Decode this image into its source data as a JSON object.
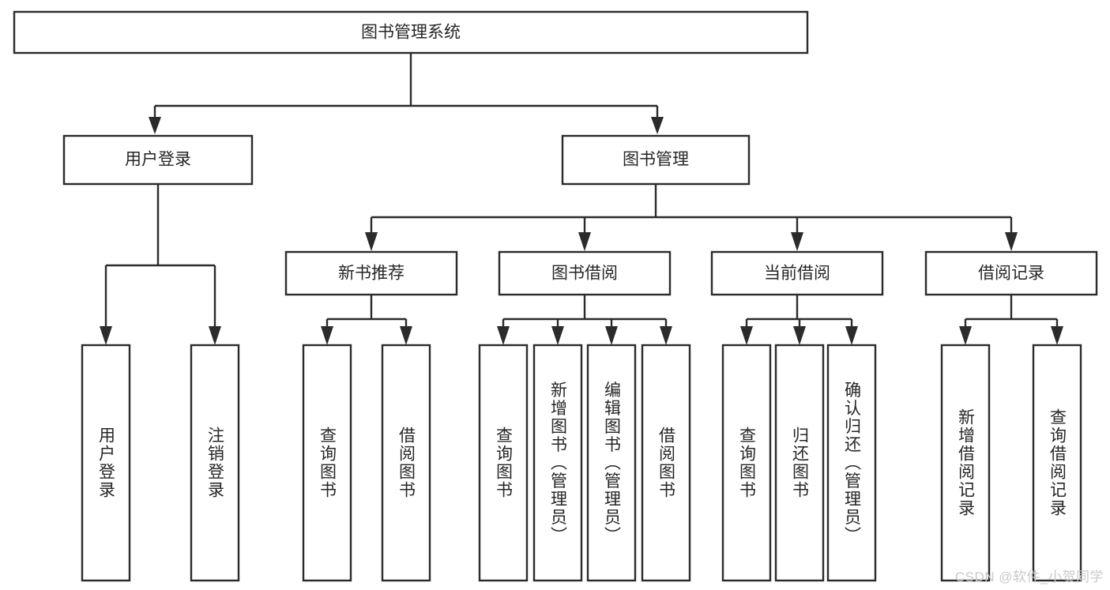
{
  "diagram": {
    "title": "图书管理系统",
    "type": "tree-hierarchy-diagram",
    "colors": {
      "stroke": "#2b2b2b",
      "fill": "#ffffff",
      "text": "#262626",
      "watermark": "#c9c9c9"
    },
    "root": {
      "label": "图书管理系统"
    },
    "level2": [
      {
        "label": "用户登录"
      },
      {
        "label": "图书管理"
      }
    ],
    "level3": [
      {
        "label": "新书推荐"
      },
      {
        "label": "图书借阅"
      },
      {
        "label": "当前借阅"
      },
      {
        "label": "借阅记录"
      }
    ],
    "leaves": {
      "user_login": [
        {
          "label": "用户登录"
        },
        {
          "label": "注销登录"
        }
      ],
      "new_book_recommend": [
        {
          "label": "查询图书"
        },
        {
          "label": "借阅图书"
        }
      ],
      "book_borrow": [
        {
          "label": "查询图书"
        },
        {
          "label": "新增图书（管理员）"
        },
        {
          "label": "编辑图书（管理员）"
        },
        {
          "label": "借阅图书"
        }
      ],
      "current_borrow": [
        {
          "label": "查询图书"
        },
        {
          "label": "归还图书"
        },
        {
          "label": "确认归还（管理员）"
        }
      ],
      "borrow_record": [
        {
          "label": "新增借阅记录"
        },
        {
          "label": "查询借阅记录"
        }
      ]
    }
  },
  "watermark": {
    "text": "CSDN @软件_小贺同学"
  }
}
